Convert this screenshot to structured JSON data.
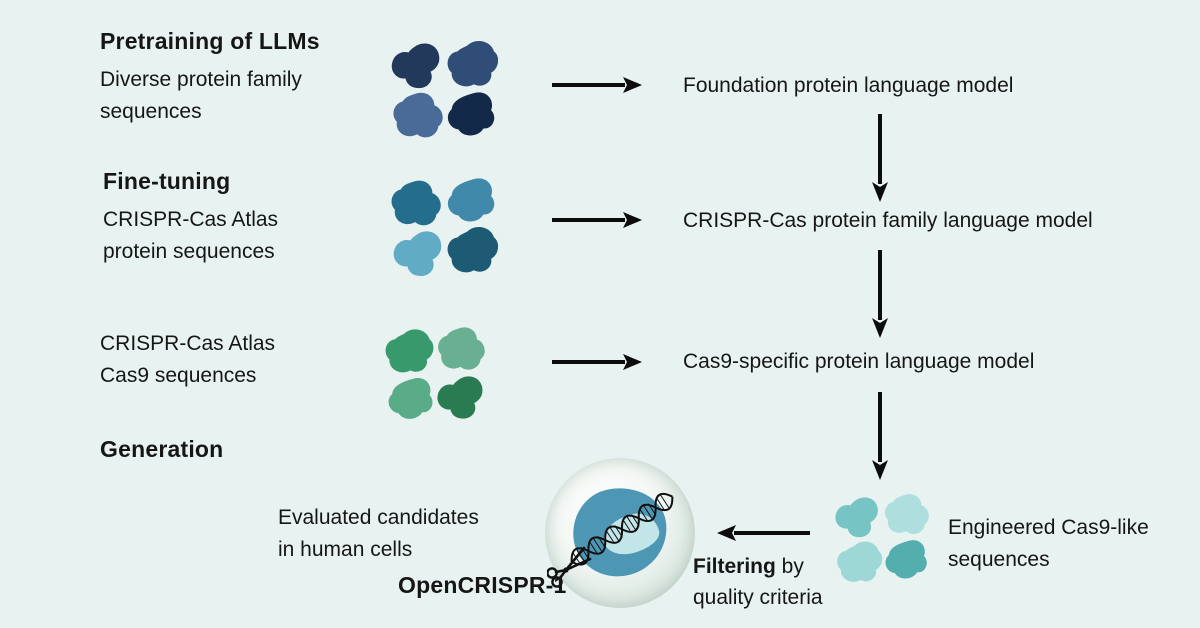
{
  "background_color": "#e8f3f1",
  "steps": {
    "pretraining": {
      "heading": "Pretraining of LLMs",
      "description": [
        "Diverse protein family",
        "sequences"
      ],
      "output_label": "Foundation protein language model",
      "blob_colors": [
        "#23395c",
        "#304d78",
        "#4a6b97",
        "#12294a"
      ]
    },
    "finetuning": {
      "heading": "Fine-tuning",
      "description": [
        "CRISPR-Cas Atlas",
        "protein sequences"
      ],
      "output_label": "CRISPR-Cas protein family language model",
      "blob_colors": [
        "#256d8d",
        "#4189ab",
        "#61abc4",
        "#1d5a74"
      ]
    },
    "cas9": {
      "description": [
        "CRISPR-Cas Atlas",
        "Cas9 sequences"
      ],
      "output_label": "Cas9-specific protein language model",
      "blob_colors": [
        "#389a6c",
        "#68b091",
        "#5aab88",
        "#2a7a52"
      ]
    },
    "generation": {
      "heading": "Generation",
      "engineered_label": [
        "Engineered Cas9-like",
        "sequences"
      ],
      "filtering": {
        "bold": "Filtering",
        "rest": " by",
        "line2": "quality criteria"
      },
      "evaluated_label": [
        "Evaluated candidates",
        "in human cells"
      ],
      "result_label": "OpenCRISPR-1",
      "blob_colors": [
        "#76c4c4",
        "#aedede",
        "#9ed8d6",
        "#55aeae"
      ]
    }
  },
  "cell": {
    "nucleus_color": "#4d97b5",
    "nucleolus_color": "#c2e5e8"
  }
}
